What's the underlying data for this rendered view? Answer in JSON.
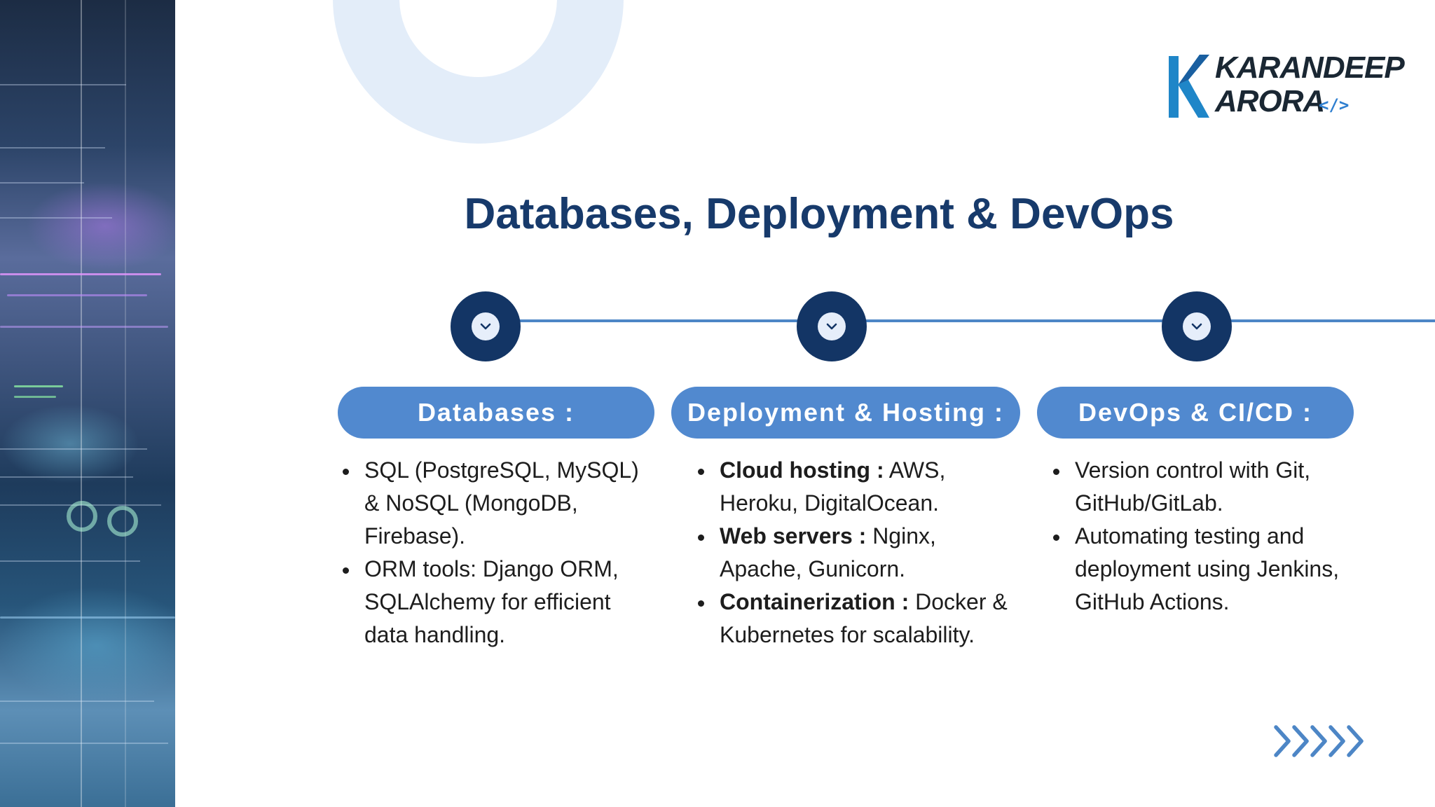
{
  "logo": {
    "line1": "KARANDEEP",
    "line2": "ARORA",
    "code_mark": "</>"
  },
  "title": "Databases, Deployment & DevOps",
  "colors": {
    "title": "#173a6b",
    "node": "#133565",
    "pill": "#5189cf",
    "timeline": "#4d86c6",
    "ring": "#e3edf9"
  },
  "columns": [
    {
      "heading": "Databases :",
      "items": [
        {
          "bold": "",
          "text": "SQL (PostgreSQL, MySQL) & NoSQL (MongoDB, Firebase)."
        },
        {
          "bold": "",
          "text": "ORM tools: Django ORM, SQLAlchemy for efficient data handling."
        }
      ]
    },
    {
      "heading": "Deployment & Hosting :",
      "items": [
        {
          "bold": "Cloud hosting :",
          "text": " AWS, Heroku, DigitalOcean."
        },
        {
          "bold": "Web servers :",
          "text": " Nginx, Apache, Gunicorn."
        },
        {
          "bold": "Containerization :",
          "text": " Docker & Kubernetes for scalability."
        }
      ]
    },
    {
      "heading": "DevOps & CI/CD :",
      "items": [
        {
          "bold": "",
          "text": "Version control with Git, GitHub/GitLab."
        },
        {
          "bold": "",
          "text": "Automating testing and deployment using Jenkins, GitHub Actions."
        }
      ]
    }
  ],
  "icons": {
    "node": "chevron-down-icon",
    "next": "chevrons-right-icon"
  }
}
